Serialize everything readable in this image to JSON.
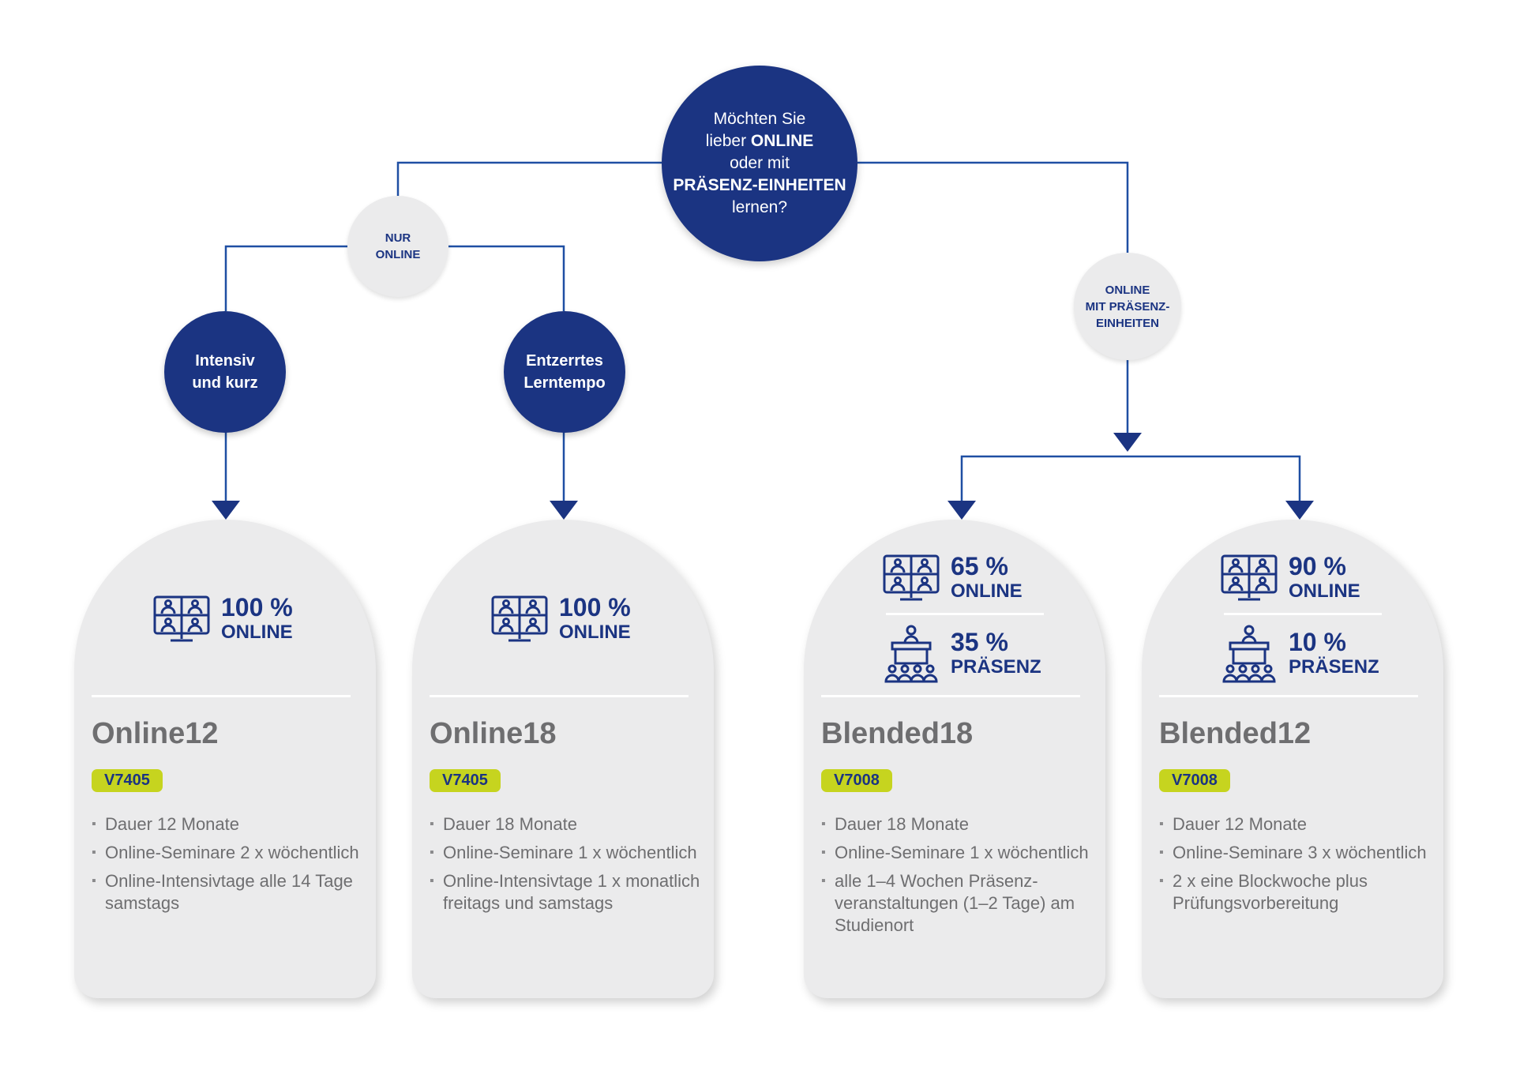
{
  "question": {
    "line1": "Möchten Sie",
    "line2a": "lieber ",
    "line2b": "ONLINE",
    "line3": "oder mit",
    "line4": "PRÄSENZ-EINHEITEN",
    "line5": "lernen?"
  },
  "options": {
    "nur_online": [
      "NUR",
      "ONLINE"
    ],
    "online_praesenz": [
      "ONLINE",
      "MIT PRÄSENZ-",
      "EINHEITEN"
    ]
  },
  "paces": {
    "intensiv": [
      "Intensiv",
      "und kurz"
    ],
    "entzerrt": [
      "Entzerrtes",
      "Lerntempo"
    ]
  },
  "colors": {
    "navy": "#1b3482",
    "line_blue": "#1f4fa3",
    "light_grey": "#ebebec",
    "text_grey": "#6e6e70",
    "lime": "#c6d41f"
  },
  "cards": [
    {
      "name": "Online12",
      "code": "V7405",
      "stats": [
        {
          "pct": "100 %",
          "label": "ONLINE",
          "icon": "video-conference-icon"
        }
      ],
      "bullets": [
        "Dauer 12 Monate",
        "Online-Seminare 2 x wöchentlich",
        "Online-Intensivtage alle 14 Tage samstags"
      ]
    },
    {
      "name": "Online18",
      "code": "V7405",
      "stats": [
        {
          "pct": "100 %",
          "label": "ONLINE",
          "icon": "video-conference-icon"
        }
      ],
      "bullets": [
        "Dauer 18 Monate",
        "Online-Seminare 1 x wöchentlich",
        "Online-Intensivtage 1 x monatlich freitags und samstags"
      ]
    },
    {
      "name": "Blended18",
      "code": "V7008",
      "stats": [
        {
          "pct": "65 %",
          "label": "ONLINE",
          "icon": "video-conference-icon"
        },
        {
          "pct": "35 %",
          "label": "PRÄSENZ",
          "icon": "classroom-lecture-icon"
        }
      ],
      "bullets": [
        "Dauer 18 Monate",
        "Online-Seminare 1 x wöchentlich",
        "alle 1–4 Wochen Präsenz-veranstaltungen (1–2 Tage) am Studienort"
      ]
    },
    {
      "name": "Blended12",
      "code": "V7008",
      "stats": [
        {
          "pct": "90 %",
          "label": "ONLINE",
          "icon": "video-conference-icon"
        },
        {
          "pct": "10 %",
          "label": "PRÄSENZ",
          "icon": "classroom-lecture-icon"
        }
      ],
      "bullets": [
        "Dauer 12 Monate",
        "Online-Seminare 3 x wöchentlich",
        "2 x eine Blockwoche plus Prüfungsvorbereitung"
      ]
    }
  ]
}
